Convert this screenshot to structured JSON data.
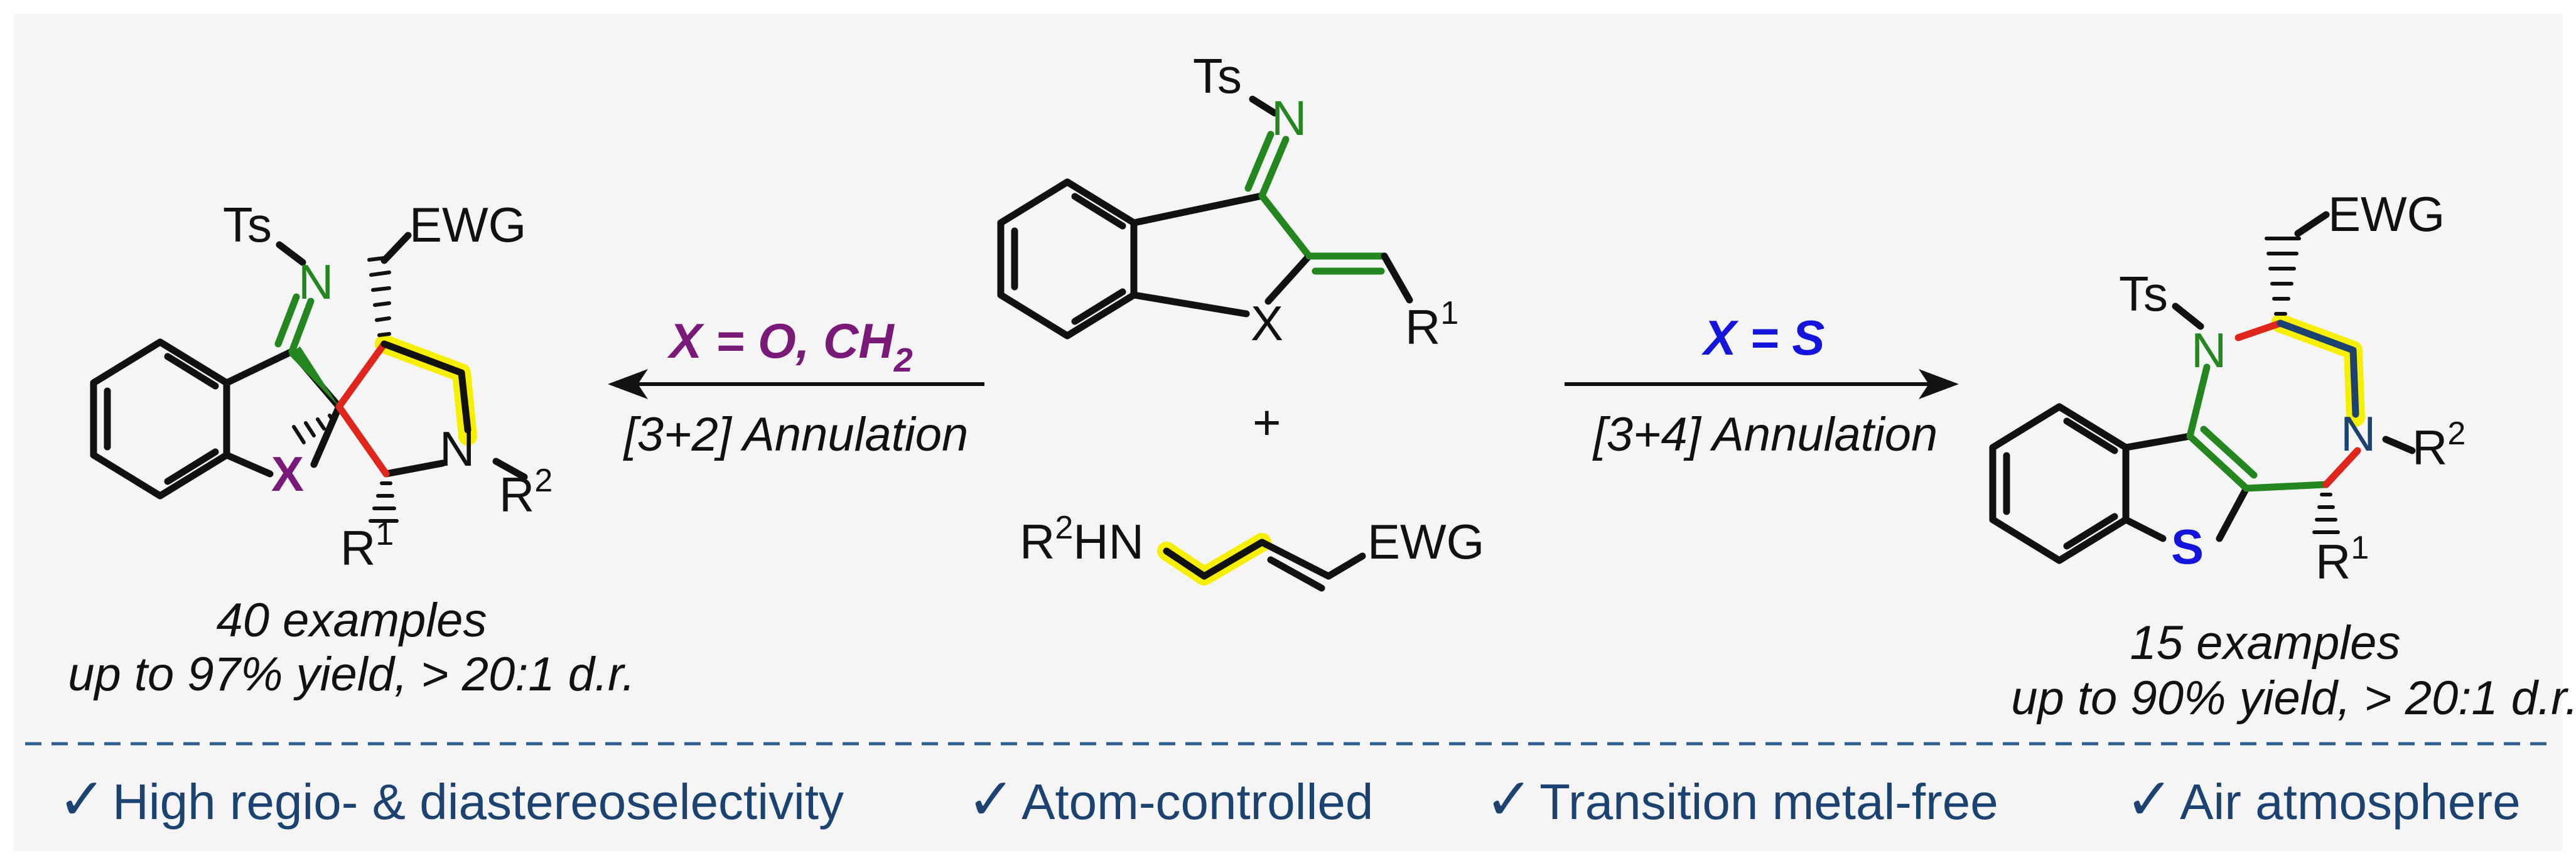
{
  "colors": {
    "panel": "#f5f5f5",
    "bond": "#111111",
    "green": "#23861f",
    "red": "#e0251b",
    "yellow": "#f6f000",
    "purple": "#7a1a78",
    "blue": "#1414dd",
    "navy": "#1b4270",
    "dash": "#2e5e8e"
  },
  "left_product": {
    "ts": "Ts",
    "n": "N",
    "ewg": "EWG",
    "x": "X",
    "n2": "N",
    "r": "R",
    "r_sup": "1",
    "r2": "R",
    "r2_sup": "2",
    "examples": "40 examples",
    "yield": "up to 97% yield, > 20:1 d.r."
  },
  "left_arrow": {
    "condition": "X = O, CH",
    "condition_sub": "2",
    "annulation": "[3+2] Annulation"
  },
  "center": {
    "ts": "Ts",
    "n": "N",
    "x": "X",
    "r": "R",
    "r_sup": "1",
    "plus": "+",
    "amine_r": "R",
    "amine_sup": "2",
    "amine_hn": "HN",
    "ewg": "EWG"
  },
  "right_arrow": {
    "condition": "X = S",
    "annulation": "[3+4] Annulation"
  },
  "right_product": {
    "ts": "Ts",
    "n": "N",
    "ewg": "EWG",
    "s": "S",
    "n2": "N",
    "r": "R",
    "r_sup": "1",
    "r2": "R",
    "r2_sup": "2",
    "examples": "15 examples",
    "yield": "up to 90% yield, > 20:1 d.r."
  },
  "features": [
    "High regio- & diastereoselectivity",
    "Atom-controlled",
    "Transition metal-free",
    "Air atmosphere"
  ],
  "checkmark": "✓"
}
